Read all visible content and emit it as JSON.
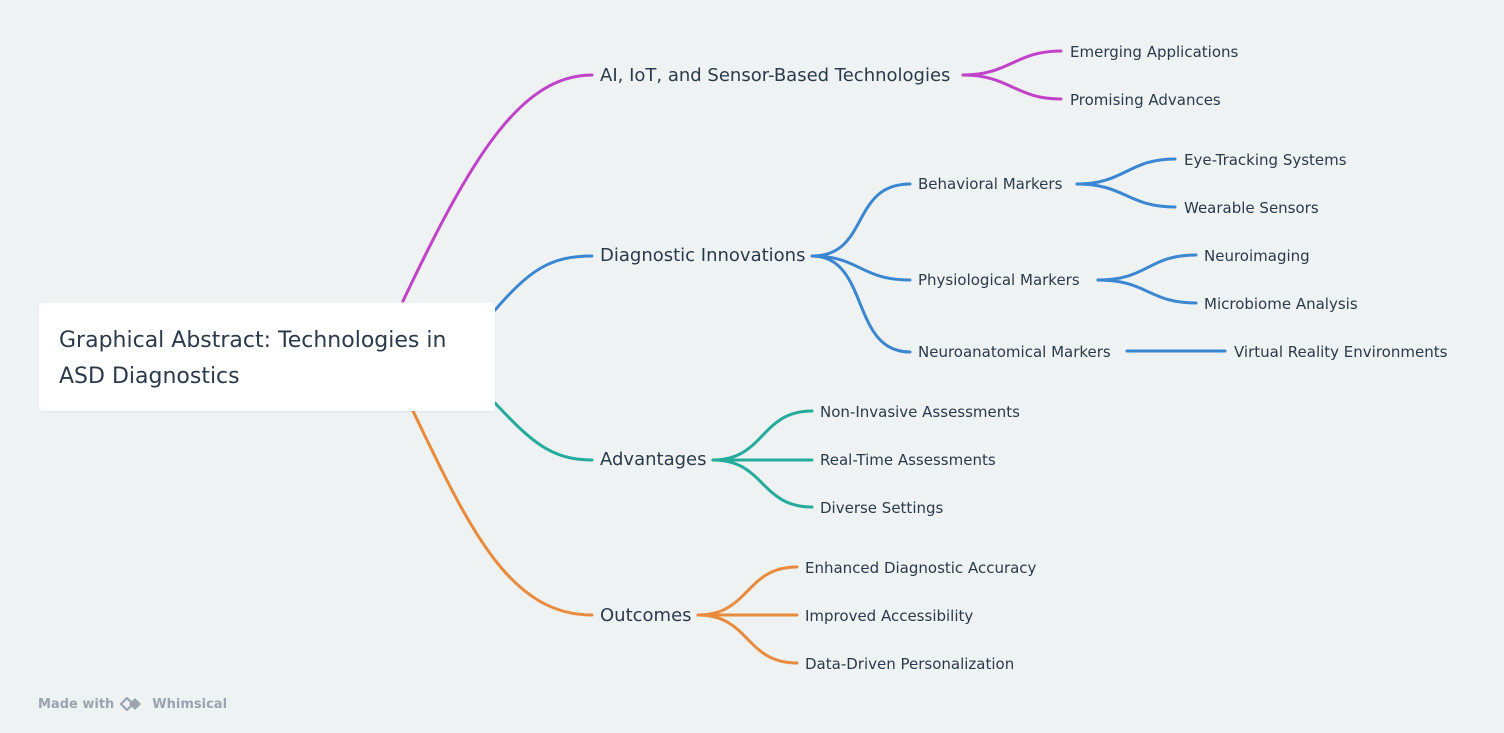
{
  "root": {
    "title": "Graphical Abstract: Technologies in ASD Diagnostics"
  },
  "colors": {
    "purple": "#c042c9",
    "blue": "#3b86d1",
    "teal": "#25ab9b",
    "orange": "#e98a3d",
    "background": "#eef2f3"
  },
  "branches": [
    {
      "label": "AI, IoT, and Sensor-Based Technologies",
      "color": "purple",
      "children": [
        {
          "label": "Emerging Applications"
        },
        {
          "label": "Promising Advances"
        }
      ]
    },
    {
      "label": "Diagnostic Innovations",
      "color": "blue",
      "children": [
        {
          "label": "Behavioral Markers",
          "children": [
            {
              "label": "Eye-Tracking Systems"
            },
            {
              "label": "Wearable Sensors"
            }
          ]
        },
        {
          "label": "Physiological Markers",
          "children": [
            {
              "label": "Neuroimaging"
            },
            {
              "label": "Microbiome Analysis"
            }
          ]
        },
        {
          "label": "Neuroanatomical Markers",
          "children": [
            {
              "label": "Virtual Reality Environments"
            }
          ]
        }
      ]
    },
    {
      "label": "Advantages",
      "color": "teal",
      "children": [
        {
          "label": "Non-Invasive Assessments"
        },
        {
          "label": "Real-Time Assessments"
        },
        {
          "label": "Diverse Settings"
        }
      ]
    },
    {
      "label": "Outcomes",
      "color": "orange",
      "children": [
        {
          "label": "Enhanced Diagnostic Accuracy"
        },
        {
          "label": "Improved Accessibility"
        },
        {
          "label": "Data-Driven Personalization"
        }
      ]
    }
  ],
  "footer": {
    "made_with": "Made with",
    "brand": "Whimsical",
    "brand_icon": "whimsical-logo-icon"
  }
}
